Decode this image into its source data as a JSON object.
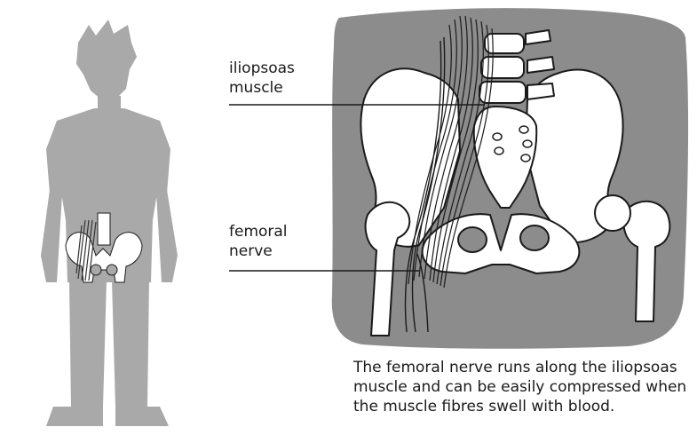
{
  "labels": {
    "iliopsoas_line1": "iliopsoas",
    "iliopsoas_line2": "muscle",
    "femoral_line1": "femoral",
    "femoral_line2": "nerve"
  },
  "caption": "The femoral nerve runs along the iliopsoas muscle and can be easily compressed when the muscle fibres swell with blood.",
  "colors": {
    "silhouette": "#a9a9a9",
    "panel_background": "#8c8c8c",
    "bone_fill": "#ffffff",
    "line": "#1a1a1a"
  }
}
